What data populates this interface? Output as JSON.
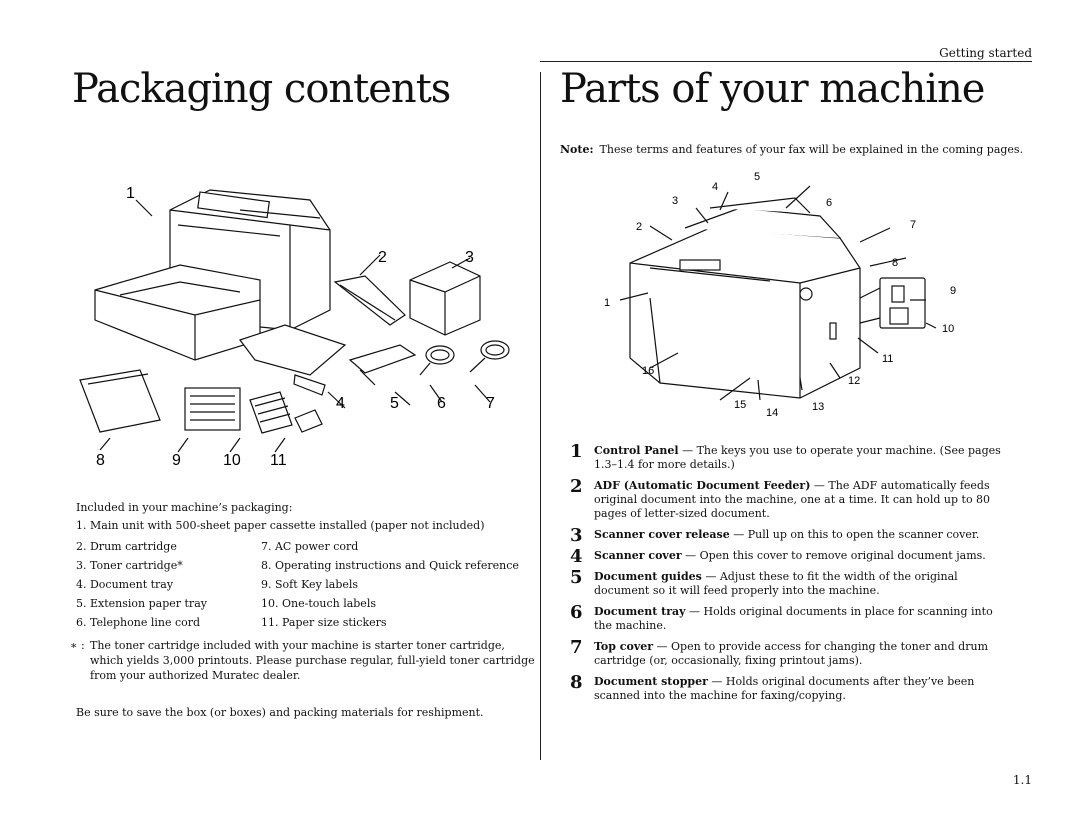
{
  "header": {
    "section": "Getting started"
  },
  "left": {
    "title": "Packaging contents",
    "figure_labels": [
      "1",
      "2",
      "3",
      "4",
      "5",
      "6",
      "7",
      "8",
      "9",
      "10",
      "11"
    ],
    "intro": "Included in your machine’s packaging:",
    "item1": "1. Main unit with 500-sheet paper cassette installed (paper not included)",
    "items": [
      [
        "2. Drum cartridge",
        "7. AC power cord"
      ],
      [
        "3. Toner cartridge*",
        "8. Operating instructions and Quick reference"
      ],
      [
        "4. Document tray",
        "9. Soft Key labels"
      ],
      [
        "5. Extension paper tray",
        "10. One-touch labels"
      ],
      [
        "6. Telephone line cord",
        "11. Paper size stickers"
      ]
    ],
    "footnote_mark": "∗ :",
    "footnote": "The toner cartridge included with your machine is starter toner cartridge, which yields 3,000 printouts. Please purchase regular, full-yield toner cartridge from your authorized Muratec dealer.",
    "closing": "Be sure to save the box (or boxes) and packing materials for reshipment."
  },
  "right": {
    "title": "Parts of your machine",
    "note_label": "Note:",
    "note": "These terms and features of your fax will be explained in the coming pages.",
    "figure_labels": [
      "1",
      "2",
      "3",
      "4",
      "5",
      "6",
      "7",
      "8",
      "9",
      "10",
      "11",
      "12",
      "13",
      "14",
      "15",
      "16"
    ],
    "parts": [
      {
        "n": "1",
        "name": "Control Panel",
        "desc": " — The keys you use to operate your machine. (See pages 1.3–1.4 for more details.)"
      },
      {
        "n": "2",
        "name": "ADF (Automatic Document Feeder)",
        "desc": " — The ADF automatically feeds original document into the machine, one at a time. It can hold up to 80 pages of letter-sized document."
      },
      {
        "n": "3",
        "name": "Scanner cover release",
        "desc": " — Pull up on this to open the scanner cover."
      },
      {
        "n": "4",
        "name": "Scanner cover",
        "desc": " — Open this cover to remove original document jams."
      },
      {
        "n": "5",
        "name": "Document guides",
        "desc": " — Adjust these to fit the width of the original document so it will feed properly into the machine."
      },
      {
        "n": "6",
        "name": "Document tray",
        "desc": " — Holds original documents in place for scanning into the machine."
      },
      {
        "n": "7",
        "name": "Top cover",
        "desc": " — Open to provide access for changing the toner and drum cartridge (or, occasionally, fixing printout jams)."
      },
      {
        "n": "8",
        "name": "Document stopper",
        "desc": " — Holds original documents after they’ve been scanned into the machine for faxing/copying."
      }
    ]
  },
  "page_number": "1.1"
}
